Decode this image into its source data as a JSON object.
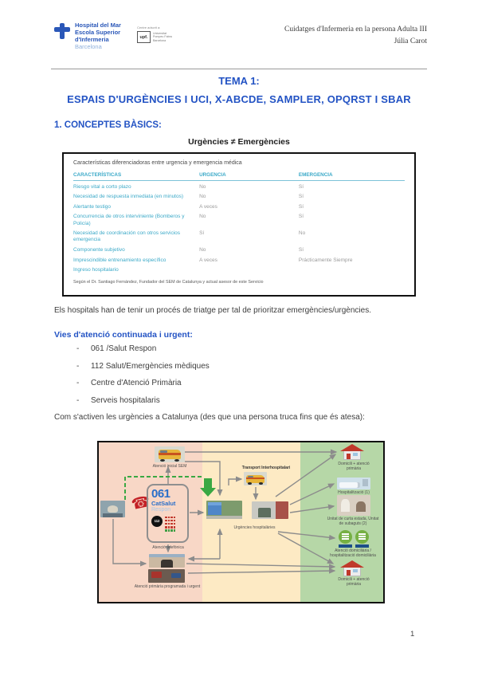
{
  "header": {
    "logo": {
      "name1": "Hospital del Mar",
      "name2": "Escola Superior",
      "name3": "d'Infermeria",
      "city": "Barcelona"
    },
    "affiliation": {
      "caption": "Centre adscrit a:",
      "abbr": "upf.",
      "uni1": "Universitat",
      "uni2": "Pompeu Fabra",
      "uni3": "Barcelona"
    },
    "course": "Cuidatges d'Infermeria en la persona Adulta III",
    "author": "Júlia Carot"
  },
  "title": {
    "line1": "TEMA 1:",
    "line2": "ESPAIS D'URGÈNCIES I UCI, X-ABCDE, SAMPLER, OPQRST I SBAR"
  },
  "section": {
    "heading": "1. CONCEPTES BÀSICS:",
    "subtitle": "Urgències ≠ Emergències"
  },
  "table": {
    "caption": "Características diferenciadoras entre urgencia y emergencia médica",
    "headers": [
      "CARACTERÍSTICAS",
      "URGENCIA",
      "EMERGENCIA"
    ],
    "rows": [
      {
        "c": "Riesgo vital a corto plazo",
        "u": "No",
        "e": "Sí"
      },
      {
        "c": "Necesidad de respuesta inmediata (en minutos)",
        "u": "No",
        "e": "Sí"
      },
      {
        "c": "Alertante testigo",
        "u": "A veces",
        "e": "Sí"
      },
      {
        "c": "Concurrencia de otros interviniente (Bomberos y Policía)",
        "u": "No",
        "e": "Sí"
      },
      {
        "c": "Necesidad de coordinación con otros servicios emergencia",
        "u": "Sí",
        "e": "No"
      },
      {
        "c": "Componente subjetivo",
        "u": "No",
        "e": "Sí"
      },
      {
        "c": "Imprescindible entrenamiento específico",
        "u": "A veces",
        "e": "Prácticamente Siempre"
      },
      {
        "c": "Ingreso hospitalario",
        "u": "",
        "e": ""
      }
    ],
    "footnote": "Según el Dr. Santiago Fernández, Fundador del SEM de Catalunya y actual asesor de este Servicio"
  },
  "paragraph_triage": "Els hospitals han de tenir un procés de triatge per tal de prioritzar emergències/urgències.",
  "vies": {
    "heading": "Vies d'atenció continuada i urgent:",
    "items": [
      "061 /Salut Respon",
      "112 Salut/Emergències mèdiques",
      "Centre d'Atenció Primària",
      "Serveis hospitalaris"
    ]
  },
  "paragraph_com": "Com s'activen les urgències a Catalunya (des que una persona truca fins que és atesa):",
  "diagram": {
    "box061": {
      "number": "061",
      "brand": "CatSalut",
      "sub": "Respon",
      "badge": "112"
    },
    "labels": {
      "atencio_inicial": "Atenció inicial SEM",
      "atencio_telefonica": "Atenció telefònica",
      "atencio_primaria": "Atenció primària programada i urgent",
      "transport": "Transport Interhospitalari",
      "urgencies_hospitalaries": "Urgències hospitalàries",
      "domicili_top": "Domicili + atenció primària",
      "hospitalitzacio": "Hospitalització (1)",
      "unitat": "Unitat de curta estada, Unitat de subaguts (2)",
      "atencio_domiciliaria": "Atenció domiciliària / hospitalització domiciliària",
      "domicili_bottom": "Domicili + atenció primària"
    },
    "colors": {
      "zone_pink": "#f8d7c6",
      "zone_peach": "#fdeac4",
      "zone_green": "#b6d7a7",
      "arrow_gray": "#8c8c8c",
      "dashed_green": "#3aa843"
    }
  },
  "accent": {
    "heading_blue": "#2353c4",
    "table_teal": "#3ba9c8"
  },
  "footer": {
    "page_number": "1"
  }
}
